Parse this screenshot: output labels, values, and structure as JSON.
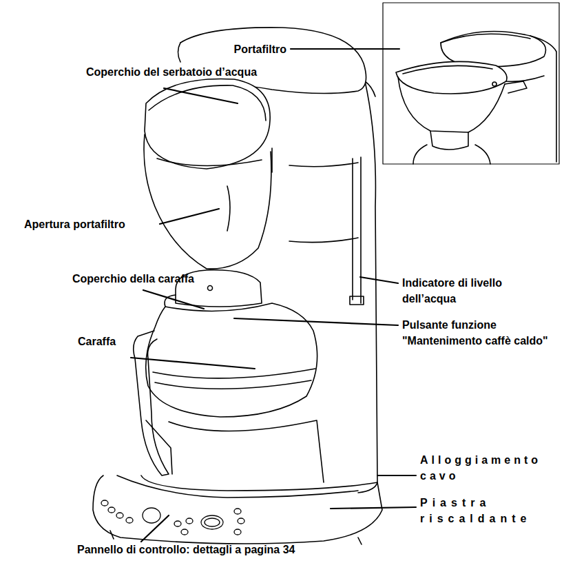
{
  "diagram": {
    "labels": [
      "Portafiltro",
      "Coperchio del serbatoio d’acqua",
      "Apertura portafiltro",
      "Indicatore di livello dell’acqua",
      "Coperchio della caraffa",
      "Pulsante funzione \"Mantenimento caffè caldo\"",
      "Caraffa",
      "Alloggiamento cavo",
      "Piastra riscaldante",
      "Pannello di controllo: dettagli a pagina 34"
    ]
  }
}
